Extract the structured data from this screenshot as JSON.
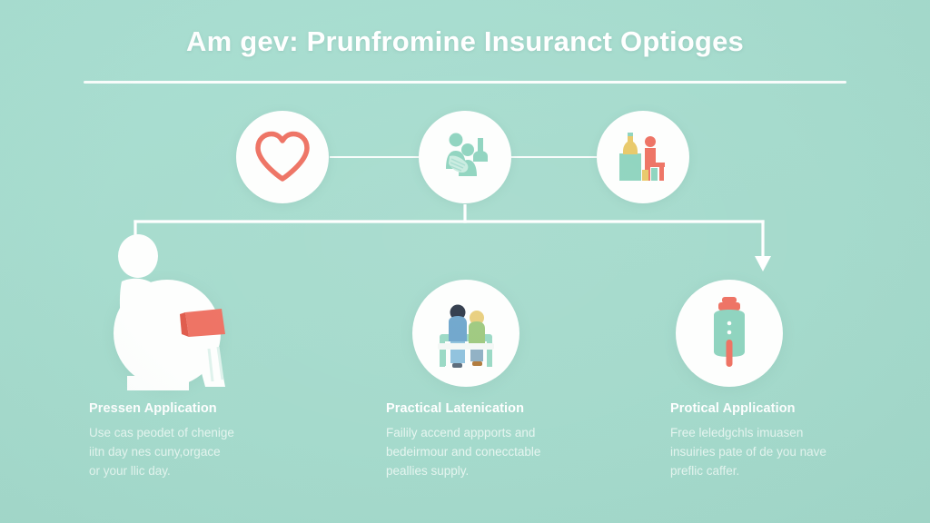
{
  "title": "Am gev: Prunfromine Insuranct Optioges",
  "colors": {
    "background": "#a8ddd0",
    "circle": "#fdfefd",
    "line": "#ffffff",
    "heading_text": "#ffffff",
    "body_text": "#f2fbf7",
    "accent_coral": "#ee7364",
    "accent_teal": "#8fd4bf",
    "accent_yellow": "#e9c96a",
    "accent_blue": "#7fa8c9"
  },
  "top_nodes": [
    {
      "icon": "heart-icon",
      "label": ""
    },
    {
      "icon": "family-care-hand-icon",
      "label": ""
    },
    {
      "icon": "patient-seated-bottles-icon",
      "label": ""
    }
  ],
  "cards": [
    {
      "icon": "person-seated-reading-icon",
      "heading": "Pressen Application",
      "body": [
        "Use cas peodet of chenige",
        "iitn day nes cuny,orgace",
        "or your llic day."
      ]
    },
    {
      "icon": "two-people-at-table-icon",
      "heading": "Practical Latenication",
      "body": [
        "Failily accend appports and",
        "bedeirmour and conecctable",
        "peallies supply."
      ]
    },
    {
      "icon": "bottle-jar-icon",
      "heading": "Protical Application",
      "body": [
        "Free leledgchls imuasen",
        "insuiries pate of de you nave",
        "preflic caffer."
      ]
    }
  ]
}
